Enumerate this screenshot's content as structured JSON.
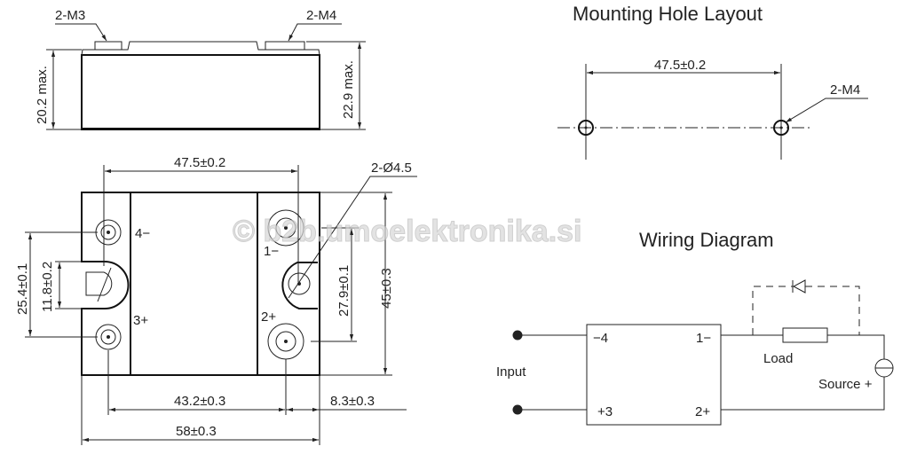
{
  "side_view": {
    "label_left": "2-M3",
    "label_right": "2-M4",
    "height_body": "20.2 max.",
    "height_total": "22.9 max."
  },
  "top_view": {
    "dim_hole_spacing": "47.5±0.2",
    "hole_label": "2-Ø4.5",
    "dim_height": "45±0.3",
    "dim_right_terminals": "27.9±0.1",
    "dim_left_terminals": "25.4±0.1",
    "dim_slot": "11.8±0.2",
    "dim_terminal_spacing": "43.2±0.3",
    "dim_edge": "8.3±0.3",
    "dim_width": "58±0.3",
    "terminal_4": "4−",
    "terminal_3": "3+",
    "terminal_1": "1−",
    "terminal_2": "2+"
  },
  "mounting": {
    "title": "Mounting Hole Layout",
    "dim": "47.5±0.2",
    "hole_label": "2-M4"
  },
  "wiring": {
    "title": "Wiring Diagram",
    "pin_4": "−4",
    "pin_3": "+3",
    "pin_1": "1−",
    "pin_2": "2+",
    "input_label": "Input",
    "load_label": "Load",
    "source_label": "Source +"
  },
  "watermark": "© b2b.umoelektronika.si"
}
